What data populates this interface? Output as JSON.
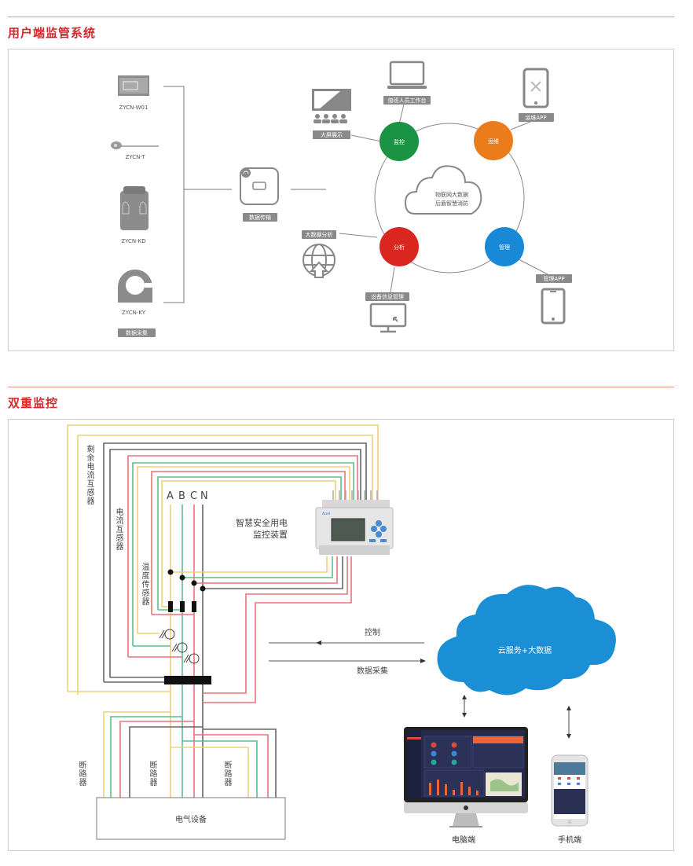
{
  "section1": {
    "title": "用户端监管系统",
    "devices": [
      {
        "model": "ZYCN-W01"
      },
      {
        "model": "ZYCN-T"
      },
      {
        "model": "ZYCN-KD"
      },
      {
        "model": "ZYCN-KY"
      }
    ],
    "collect_tag": "数据采集",
    "transmit_tag": "数据传输",
    "cloud_text": [
      "物联网大数据",
      "后盾智慧消防"
    ],
    "nodes": [
      {
        "label": "监控",
        "color": "#1a9444"
      },
      {
        "label": "运维",
        "color": "#ea7c1c"
      },
      {
        "label": "分析",
        "color": "#d9271f"
      },
      {
        "label": "管理",
        "color": "#1889d6"
      }
    ],
    "endpoints": {
      "workstation": "值班人员工作台",
      "bigscreen": "大屏展示",
      "ops_app": "运维APP",
      "bigdata": "大数据分析",
      "device_mgmt": "设备信息管理",
      "mgmt_app": "管理APP"
    },
    "tag_color": "#8a8a8a"
  },
  "section2": {
    "title": "双重监控",
    "phases": [
      "A",
      "B",
      "C",
      "N"
    ],
    "labels": {
      "residual_ct": "剩余电流互感器",
      "ct": "电流互感器",
      "temp_sensor": "温度传感器",
      "device": [
        "智慧安全用电",
        "监控装置"
      ],
      "breaker": "断路器",
      "equipment": "电气设备",
      "control": "控制",
      "data_collect": "数据采集",
      "cloud": "云服务+大数据",
      "pc": "电脑端",
      "mobile": "手机端"
    },
    "wire_colors": {
      "yellow": "#f0d078",
      "green": "#5cbf8a",
      "red": "#e8747a",
      "gray": "#666666"
    },
    "cloud_color": "#1a8fd6"
  },
  "accent_color": "#d4282b"
}
